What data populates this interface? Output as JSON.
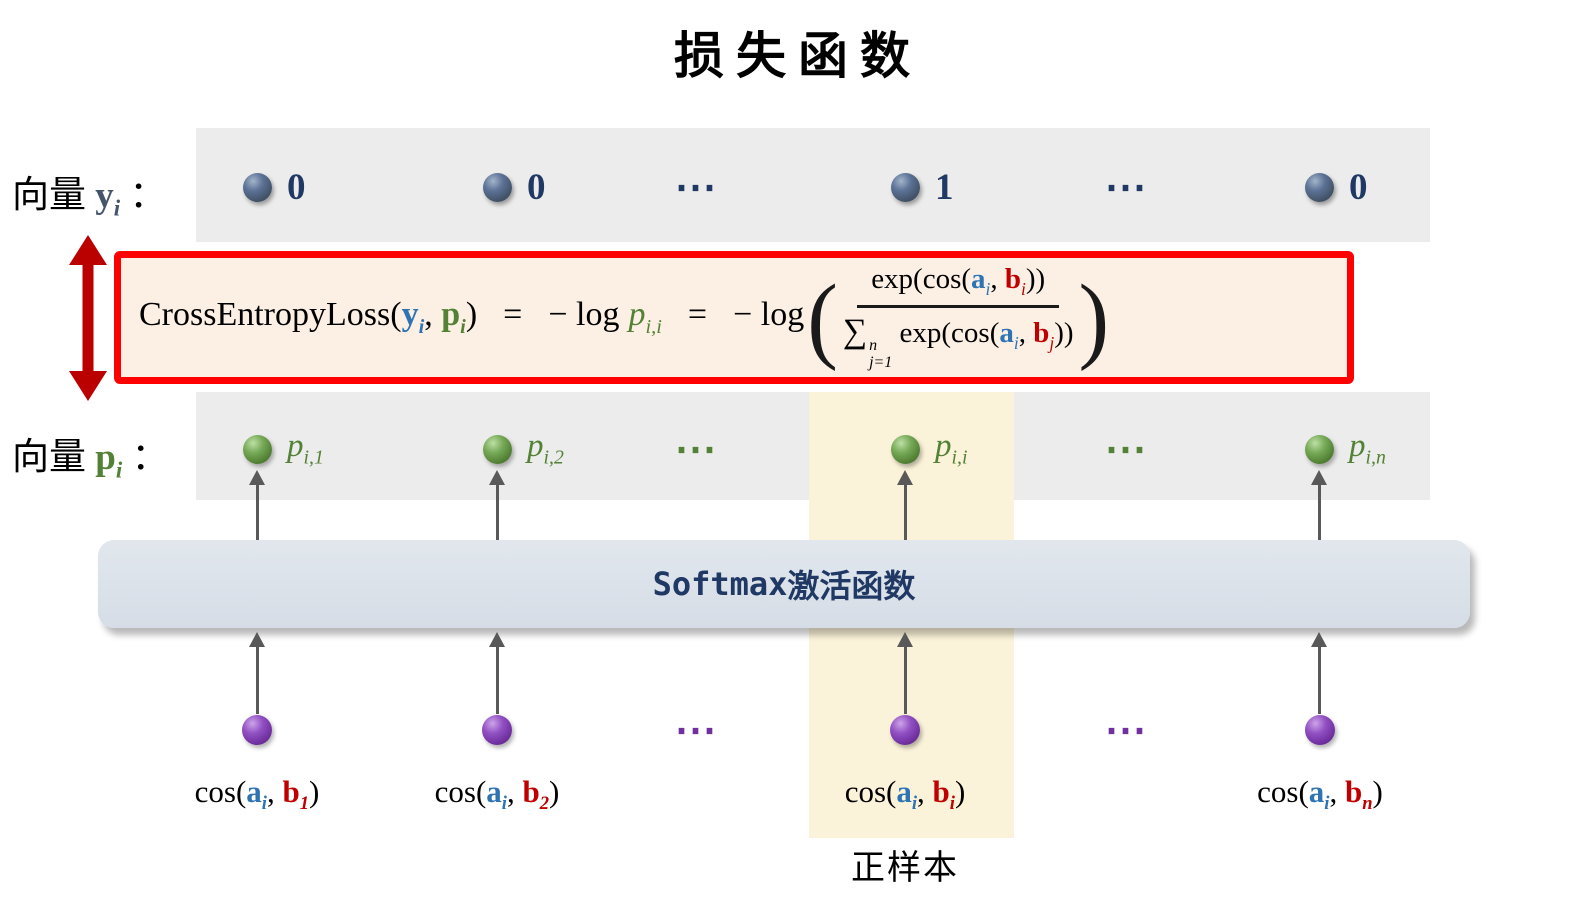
{
  "title": "损失函数",
  "colors": {
    "box_red": "#fe0000",
    "arrow_red": "#bb0000",
    "blue": "#2e74b5",
    "navy": "#1f3864",
    "green": "#538135",
    "dark_red": "#c00000",
    "purple": "#7030a0",
    "slate": "#44546a",
    "strip_gray": "#ececec",
    "highlight_cream": "#fbf3d9",
    "formula_bg": "#fcf0e4",
    "softmax_bg": "#d6dde6",
    "softmax_text": "#1f3864",
    "arrow_gray": "#595959"
  },
  "y_row": {
    "label_prefix": "向量 ",
    "var": "y",
    "var_sub": "i",
    "colon": " ：",
    "values": [
      "0",
      "0",
      "1",
      "0"
    ],
    "ellipsis": "⋯"
  },
  "p_row": {
    "label_prefix": "向量 ",
    "var": "p",
    "var_sub": "i",
    "colon": " ：",
    "items": [
      {
        "base": "p",
        "sub": "i,1"
      },
      {
        "base": "p",
        "sub": "i,2"
      },
      {
        "base": "p",
        "sub": "i,i"
      },
      {
        "base": "p",
        "sub": "i,n"
      }
    ],
    "ellipsis": "⋯"
  },
  "formula": {
    "func": "CrossEntropyLoss(",
    "y": "y",
    "y_sub": "i",
    "comma1": ", ",
    "p": "p",
    "p_sub": "i",
    "close1": ")",
    "eq1": "=",
    "neglog1": "− log",
    "pii": "p",
    "pii_sub": "i,i",
    "eq2": "=",
    "neglog2": "− log",
    "paren_open": "(",
    "paren_close": ")",
    "num": {
      "exp": "exp(cos(",
      "a": "a",
      "a_sub": "i",
      "comma": ", ",
      "b": "b",
      "b_sub": "i",
      "close": "))"
    },
    "den": {
      "sum": "∑",
      "sum_sup": "n",
      "sum_sub": "j=1",
      "exp": " exp(cos(",
      "a": "a",
      "a_sub": "i",
      "comma": ", ",
      "b": "b",
      "b_sub": "j",
      "close": "))"
    }
  },
  "softmax": {
    "en": "Softmax",
    "zh": "激活函数"
  },
  "cos_row": {
    "items": [
      {
        "open": "cos(",
        "a": "a",
        "a_sub": "i",
        "comma": ", ",
        "b": "b",
        "b_sub": "1",
        "close": ")"
      },
      {
        "open": "cos(",
        "a": "a",
        "a_sub": "i",
        "comma": ", ",
        "b": "b",
        "b_sub": "2",
        "close": ")"
      },
      {
        "open": "cos(",
        "a": "a",
        "a_sub": "i",
        "comma": ", ",
        "b": "b",
        "b_sub": "i",
        "close": ")"
      },
      {
        "open": "cos(",
        "a": "a",
        "a_sub": "i",
        "comma": ", ",
        "b": "b",
        "b_sub": "n",
        "close": ")"
      }
    ],
    "ellipsis": "⋯"
  },
  "positive_label": "正样本"
}
